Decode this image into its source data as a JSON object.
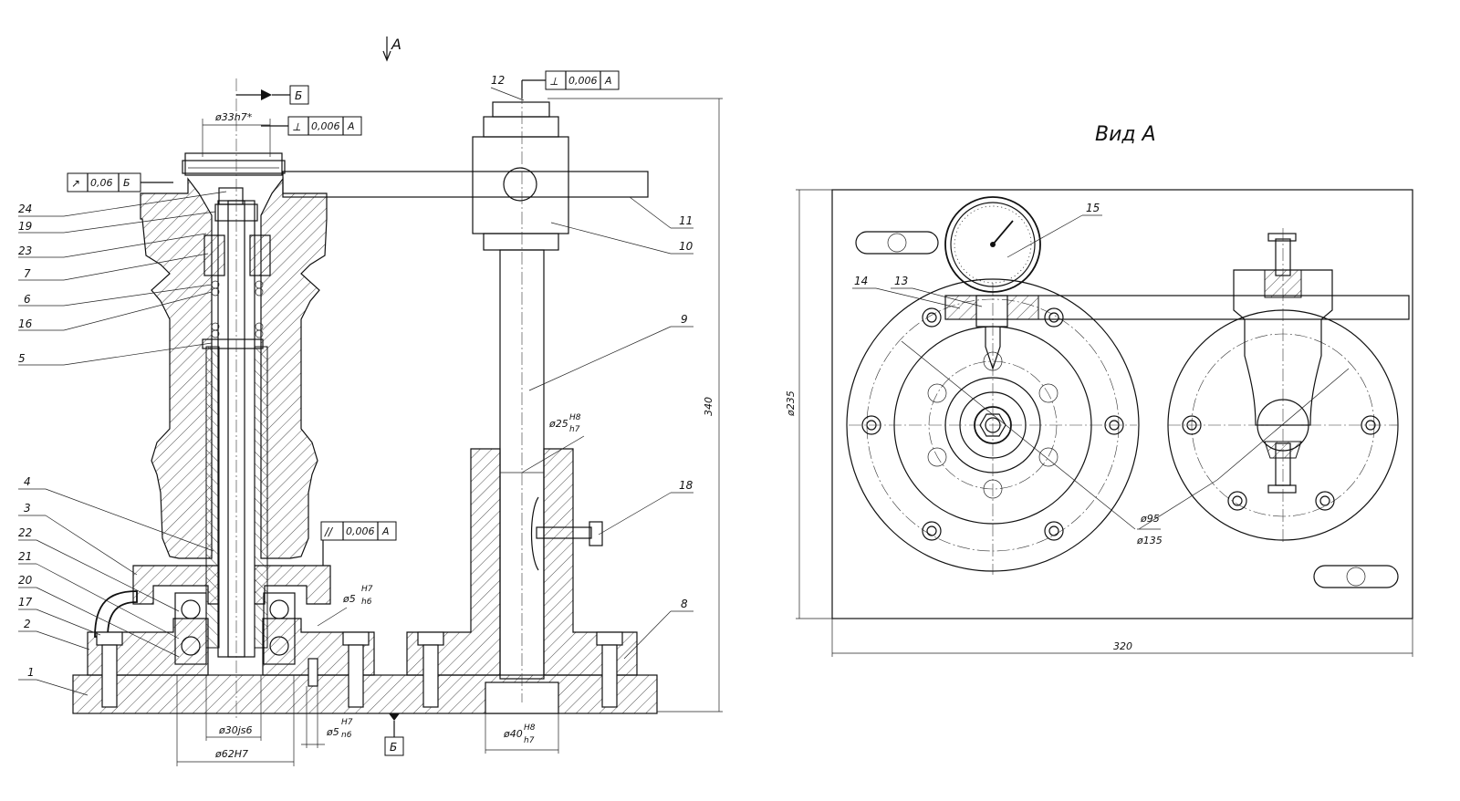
{
  "view_arrow": {
    "label": "А"
  },
  "section_mark": {
    "top": "Б",
    "bottom": "Б"
  },
  "view_title": "Вид А",
  "tolerance_frames": [
    {
      "symbol": "⟂",
      "value": "0,006",
      "datum": "А"
    },
    {
      "symbol": "⟂",
      "value": "0,006",
      "datum": "А"
    },
    {
      "symbol": "↗",
      "value": "0,06",
      "datum": "Б"
    },
    {
      "symbol": "//",
      "value": "0,006",
      "datum": "А"
    }
  ],
  "dimensions": {
    "d33": "ø33h7*",
    "d25": "ø25",
    "d25_fit_top": "H8",
    "d25_fit_bot": "h7",
    "d5_top": "ø5",
    "d5_top_fit_top": "H7",
    "d5_top_fit_bot": "h6",
    "d5_bot": "ø5",
    "d5_bot_fit_top": "H7",
    "d5_bot_fit_bot": "n6",
    "d30": "ø30js6",
    "d62": "ø62H7",
    "d40": "ø40",
    "d40_fit_top": "H8",
    "d40_fit_bot": "h7",
    "h340": "340",
    "d235": "ø235",
    "d95": "ø95",
    "d135": "ø135",
    "w320": "320"
  },
  "part_numbers": {
    "p24": "24",
    "p19": "19",
    "p23": "23",
    "p7": "7",
    "p6": "6",
    "p16": "16",
    "p5": "5",
    "p4": "4",
    "p3": "3",
    "p22": "22",
    "p21": "21",
    "p20": "20",
    "p17": "17",
    "p2": "2",
    "p1": "1",
    "p12": "12",
    "p11": "11",
    "p10": "10",
    "p9": "9",
    "p18": "18",
    "p8": "8",
    "p15": "15",
    "p14": "14",
    "p13": "13"
  }
}
